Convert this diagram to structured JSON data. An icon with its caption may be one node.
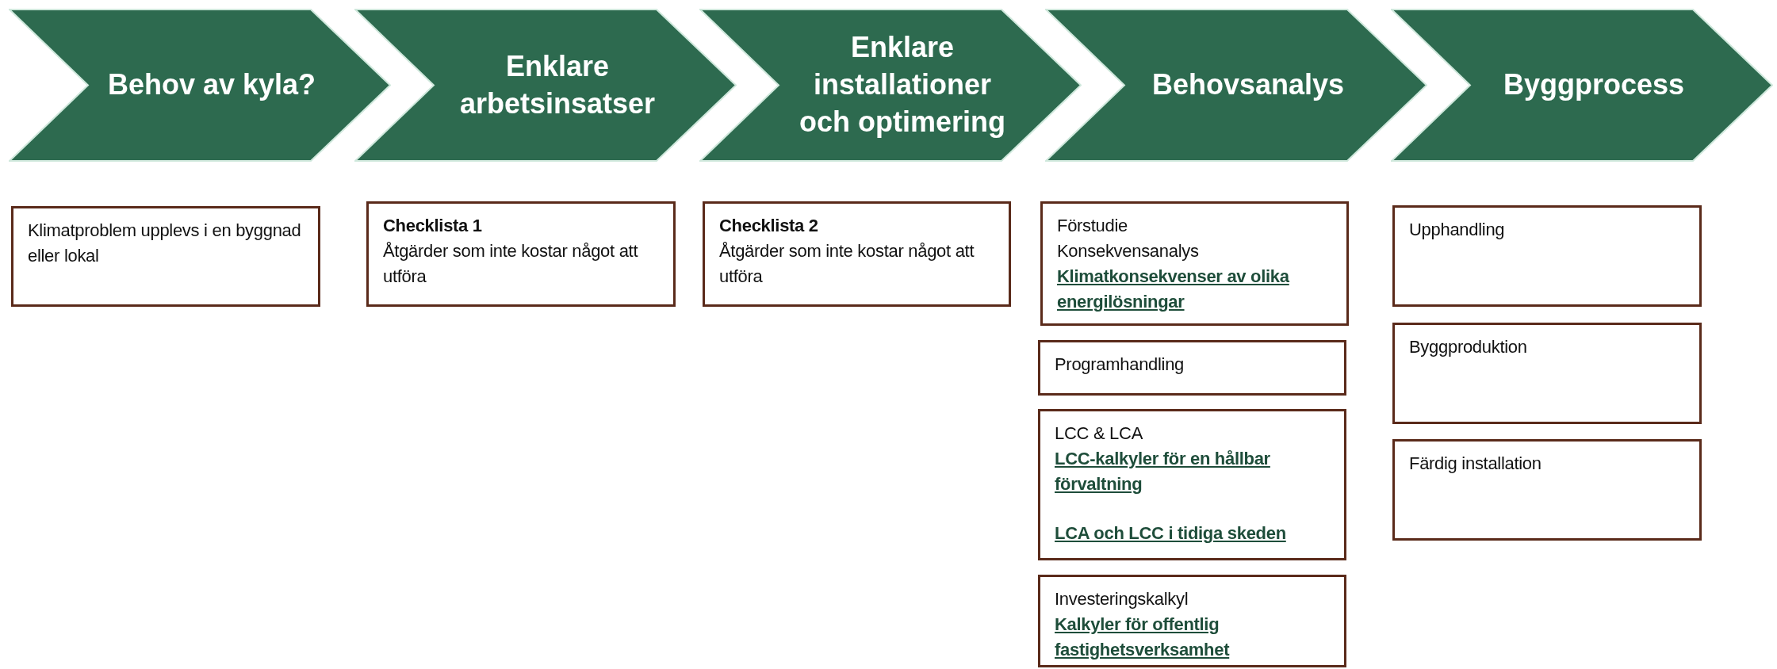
{
  "diagram": {
    "nodes": [
      {
        "text": [
          "Behov av kyla?"
        ]
      },
      {
        "text": [
          "Enklare arbetsinsatser"
        ]
      },
      {
        "text": [
          "Enklare installationer och optimering"
        ]
      },
      {
        "text": [
          "Behovsanalys"
        ]
      },
      {
        "text": [
          "Byggprocess"
        ]
      },
      {
        "text": [
          "Klimatproblem upplevs i en byggnad eller lokal"
        ]
      },
      {
        "text": [
          "Checklista 1",
          "Åtgärder som inte kostar något att utföra"
        ]
      },
      {
        "text": [
          "Checklista 2",
          "Åtgärder som inte kostar något att utföra"
        ]
      },
      {
        "text": [
          "Förstudie",
          "Konsekvensanalys",
          "Klimatkonsekvenser av olika energilösningar"
        ]
      },
      {
        "text": [
          "Programhandling"
        ]
      },
      {
        "text": [
          "LCC & LCA",
          "LCC-kalkyler för en hållbar förvaltning",
          "LCA och LCC i tidiga skeden"
        ]
      },
      {
        "text": [
          "Investeringskalkyl",
          "Kalkyler för offentlig fastighetsverksamhet"
        ]
      },
      {
        "text": [
          "Upphandling"
        ]
      },
      {
        "text": [
          "Byggproduktion"
        ]
      },
      {
        "text": [
          "Färdig installation"
        ]
      }
    ],
    "edges": []
  }
}
